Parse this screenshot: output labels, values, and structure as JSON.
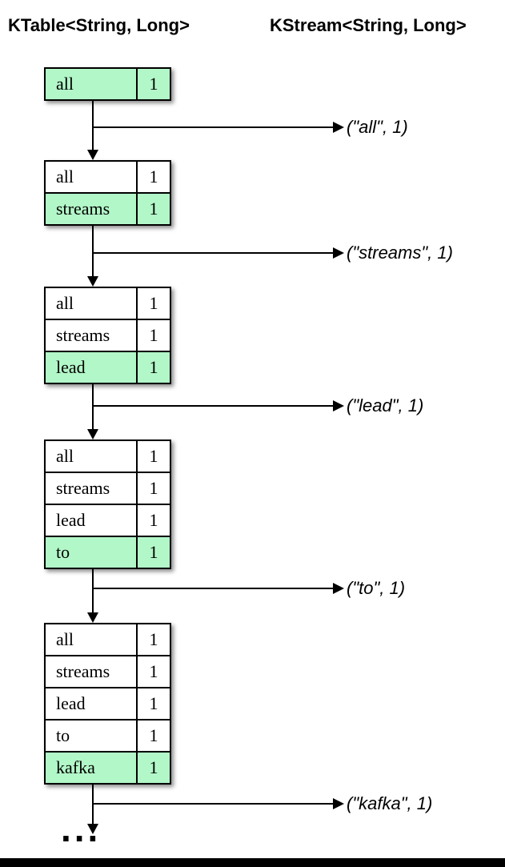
{
  "header": {
    "ktable": "KTable<String, Long>",
    "kstream": "KStream<String, Long>"
  },
  "colors": {
    "highlight": "#b2f7c8",
    "line": "#000000",
    "bottom_bar": "#000000"
  },
  "changelog_tables": [
    {
      "rows": [
        {
          "key": "all",
          "value": "1"
        }
      ]
    },
    {
      "rows": [
        {
          "key": "all",
          "value": "1"
        },
        {
          "key": "streams",
          "value": "1"
        }
      ]
    },
    {
      "rows": [
        {
          "key": "all",
          "value": "1"
        },
        {
          "key": "streams",
          "value": "1"
        },
        {
          "key": "lead",
          "value": "1"
        }
      ]
    },
    {
      "rows": [
        {
          "key": "all",
          "value": "1"
        },
        {
          "key": "streams",
          "value": "1"
        },
        {
          "key": "lead",
          "value": "1"
        },
        {
          "key": "to",
          "value": "1"
        }
      ]
    },
    {
      "rows": [
        {
          "key": "all",
          "value": "1"
        },
        {
          "key": "streams",
          "value": "1"
        },
        {
          "key": "lead",
          "value": "1"
        },
        {
          "key": "to",
          "value": "1"
        },
        {
          "key": "kafka",
          "value": "1"
        }
      ]
    }
  ],
  "stream_records": [
    "(\"all\", 1)",
    "(\"streams\", 1)",
    "(\"lead\", 1)",
    "(\"to\", 1)",
    "(\"kafka\", 1)"
  ],
  "ellipsis": "..."
}
